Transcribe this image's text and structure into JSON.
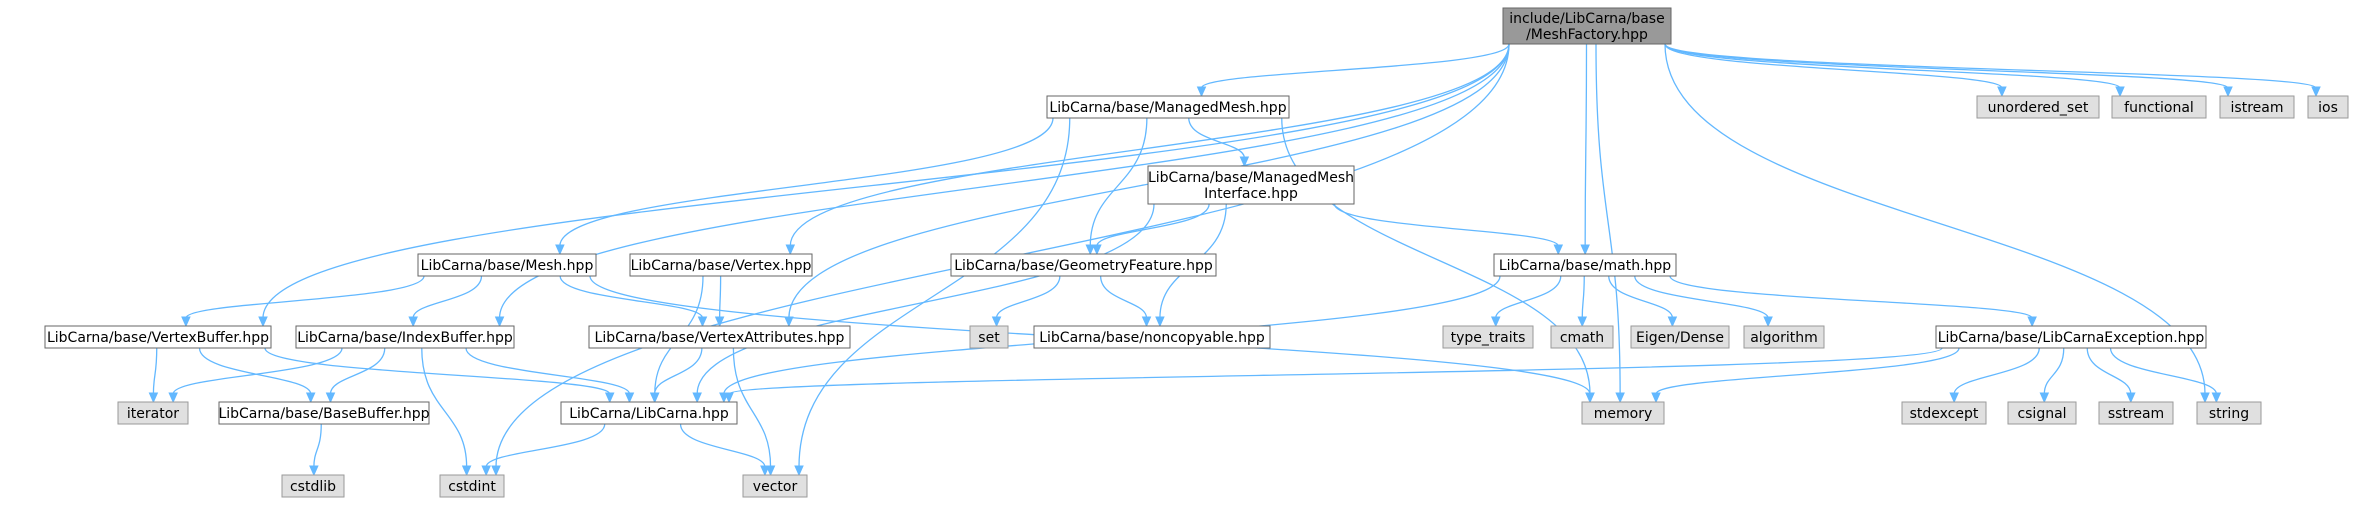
{
  "colors": {
    "edge": "#63b8ff",
    "root_fill": "#999999",
    "local_fill": "#ffffff",
    "system_fill": "#e0e0e0",
    "border": "#666666"
  },
  "nodes": [
    {
      "id": "root",
      "kind": "root",
      "lines": [
        "include/LibCarna/base",
        "/MeshFactory.hpp"
      ]
    },
    {
      "id": "managedmesh",
      "kind": "local",
      "lines": [
        "LibCarna/base/ManagedMesh.hpp"
      ]
    },
    {
      "id": "unordered_set",
      "kind": "system",
      "lines": [
        "unordered_set"
      ]
    },
    {
      "id": "functional",
      "kind": "system",
      "lines": [
        "functional"
      ]
    },
    {
      "id": "istream",
      "kind": "system",
      "lines": [
        "istream"
      ]
    },
    {
      "id": "ios",
      "kind": "system",
      "lines": [
        "ios"
      ]
    },
    {
      "id": "managedmeshinterface",
      "kind": "local",
      "lines": [
        "LibCarna/base/ManagedMesh",
        "Interface.hpp"
      ]
    },
    {
      "id": "mesh",
      "kind": "local",
      "lines": [
        "LibCarna/base/Mesh.hpp"
      ]
    },
    {
      "id": "vertex",
      "kind": "local",
      "lines": [
        "LibCarna/base/Vertex.hpp"
      ]
    },
    {
      "id": "geometryfeature",
      "kind": "local",
      "lines": [
        "LibCarna/base/GeometryFeature.hpp"
      ]
    },
    {
      "id": "math",
      "kind": "local",
      "lines": [
        "LibCarna/base/math.hpp"
      ]
    },
    {
      "id": "vertexbuffer",
      "kind": "local",
      "lines": [
        "LibCarna/base/VertexBuffer.hpp"
      ]
    },
    {
      "id": "indexbuffer",
      "kind": "local",
      "lines": [
        "LibCarna/base/IndexBuffer.hpp"
      ]
    },
    {
      "id": "vertexattributes",
      "kind": "local",
      "lines": [
        "LibCarna/base/VertexAttributes.hpp"
      ]
    },
    {
      "id": "set",
      "kind": "system",
      "lines": [
        "set"
      ]
    },
    {
      "id": "noncopyable",
      "kind": "local",
      "lines": [
        "LibCarna/base/noncopyable.hpp"
      ]
    },
    {
      "id": "type_traits",
      "kind": "system",
      "lines": [
        "type_traits"
      ]
    },
    {
      "id": "cmath",
      "kind": "system",
      "lines": [
        "cmath"
      ]
    },
    {
      "id": "eigen_dense",
      "kind": "system",
      "lines": [
        "Eigen/Dense"
      ]
    },
    {
      "id": "algorithm",
      "kind": "system",
      "lines": [
        "algorithm"
      ]
    },
    {
      "id": "libcarnaexception",
      "kind": "local",
      "lines": [
        "LibCarna/base/LibCarnaException.hpp"
      ]
    },
    {
      "id": "iterator",
      "kind": "system",
      "lines": [
        "iterator"
      ]
    },
    {
      "id": "basebuffer",
      "kind": "local",
      "lines": [
        "LibCarna/base/BaseBuffer.hpp"
      ]
    },
    {
      "id": "libcarna",
      "kind": "local",
      "lines": [
        "LibCarna/LibCarna.hpp"
      ]
    },
    {
      "id": "memory",
      "kind": "system",
      "lines": [
        "memory"
      ]
    },
    {
      "id": "stdexcept",
      "kind": "system",
      "lines": [
        "stdexcept"
      ]
    },
    {
      "id": "csignal",
      "kind": "system",
      "lines": [
        "csignal"
      ]
    },
    {
      "id": "sstream",
      "kind": "system",
      "lines": [
        "sstream"
      ]
    },
    {
      "id": "string",
      "kind": "system",
      "lines": [
        "string"
      ]
    },
    {
      "id": "cstdlib",
      "kind": "system",
      "lines": [
        "cstdlib"
      ]
    },
    {
      "id": "cstdint",
      "kind": "system",
      "lines": [
        "cstdint"
      ]
    },
    {
      "id": "vector",
      "kind": "system",
      "lines": [
        "vector"
      ]
    }
  ],
  "edges": [
    [
      "root",
      "managedmesh"
    ],
    [
      "root",
      "unordered_set"
    ],
    [
      "root",
      "functional"
    ],
    [
      "root",
      "istream"
    ],
    [
      "root",
      "ios"
    ],
    [
      "root",
      "math"
    ],
    [
      "root",
      "string"
    ],
    [
      "root",
      "memory"
    ],
    [
      "root",
      "vertexattributes"
    ],
    [
      "root",
      "vertex"
    ],
    [
      "root",
      "indexbuffer"
    ],
    [
      "root",
      "vertexbuffer"
    ],
    [
      "root",
      "cstdint"
    ],
    [
      "managedmesh",
      "mesh"
    ],
    [
      "managedmesh",
      "managedmeshinterface"
    ],
    [
      "managedmesh",
      "geometryfeature"
    ],
    [
      "managedmesh",
      "memory"
    ],
    [
      "managedmesh",
      "vector"
    ],
    [
      "managedmeshinterface",
      "geometryfeature"
    ],
    [
      "managedmeshinterface",
      "noncopyable"
    ],
    [
      "managedmeshinterface",
      "math"
    ],
    [
      "managedmeshinterface",
      "libcarna"
    ],
    [
      "mesh",
      "vertexbuffer"
    ],
    [
      "mesh",
      "indexbuffer"
    ],
    [
      "mesh",
      "vertexattributes"
    ],
    [
      "mesh",
      "memory"
    ],
    [
      "vertex",
      "vertexattributes"
    ],
    [
      "vertex",
      "libcarna"
    ],
    [
      "geometryfeature",
      "set"
    ],
    [
      "geometryfeature",
      "noncopyable"
    ],
    [
      "math",
      "type_traits"
    ],
    [
      "math",
      "cmath"
    ],
    [
      "math",
      "eigen_dense"
    ],
    [
      "math",
      "algorithm"
    ],
    [
      "math",
      "libcarnaexception"
    ],
    [
      "math",
      "libcarna"
    ],
    [
      "vertexbuffer",
      "iterator"
    ],
    [
      "vertexbuffer",
      "basebuffer"
    ],
    [
      "vertexbuffer",
      "libcarna"
    ],
    [
      "indexbuffer",
      "iterator"
    ],
    [
      "indexbuffer",
      "basebuffer"
    ],
    [
      "indexbuffer",
      "libcarna"
    ],
    [
      "indexbuffer",
      "cstdint"
    ],
    [
      "vertexattributes",
      "libcarna"
    ],
    [
      "vertexattributes",
      "vector"
    ],
    [
      "libcarnaexception",
      "libcarna"
    ],
    [
      "libcarnaexception",
      "memory"
    ],
    [
      "libcarnaexception",
      "stdexcept"
    ],
    [
      "libcarnaexception",
      "csignal"
    ],
    [
      "libcarnaexception",
      "sstream"
    ],
    [
      "libcarnaexception",
      "string"
    ],
    [
      "basebuffer",
      "cstdlib"
    ],
    [
      "libcarna",
      "cstdint"
    ],
    [
      "libcarna",
      "vector"
    ]
  ]
}
